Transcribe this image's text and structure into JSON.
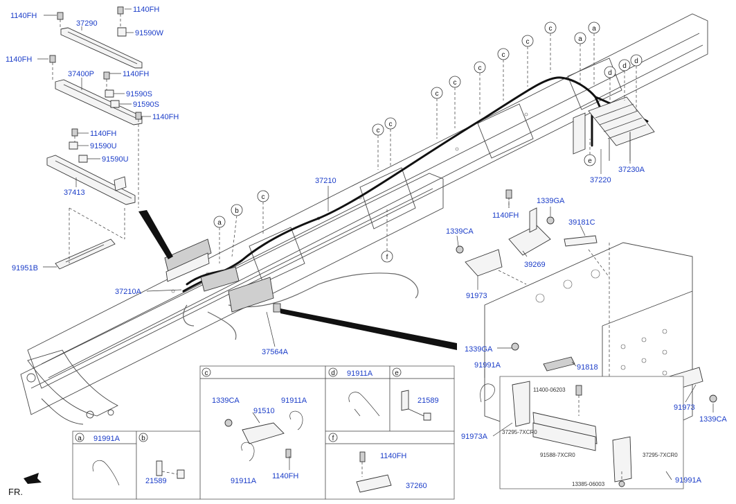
{
  "labels": {
    "p1140fh_a": "1140FH",
    "p37290": "37290",
    "p1140fh_b": "1140FH",
    "p91590w": "91590W",
    "p1140fh_c": "1140FH",
    "p37400p": "37400P",
    "p1140fh_d": "1140FH",
    "p91590s_a": "91590S",
    "p91590s_b": "91590S",
    "p1140fh_e": "1140FH",
    "p1140fh_f": "1140FH",
    "p91590u_a": "91590U",
    "p91590u_b": "91590U",
    "p37413": "37413",
    "p91951b": "91951B",
    "p37210a": "37210A",
    "p37210": "37210",
    "p37564a": "37564A",
    "p37220": "37220",
    "p37230a": "37230A",
    "p1140fh_g": "1140FH",
    "p1339ga_a": "1339GA",
    "p39181c": "39181C",
    "p1339ca_a": "1339CA",
    "p39269": "39269",
    "p91973_a": "91973",
    "p1339ga_b": "1339GA",
    "p91991a_a": "91991A",
    "p91818": "91818",
    "p91973a": "91973A",
    "p91973_b": "91973",
    "p1339ca_b": "1339CA",
    "p91991a_b": "91991A",
    "fr": "FR."
  },
  "detail_small_labels": {
    "s1": "11400-06203",
    "s2": "37295-7XCR0",
    "s3": "91588-7XCR0",
    "s4": "37295-7XCR0",
    "s5": "13385-06003"
  },
  "callouts": {
    "a": "a",
    "b": "b",
    "c": "c",
    "d": "d",
    "e": "e",
    "f": "f"
  },
  "panels": {
    "a": {
      "letter": "a",
      "part": "91991A"
    },
    "b": {
      "letter": "b",
      "part": "21589"
    },
    "c": {
      "letter": "c",
      "parts": [
        "1339CA",
        "91510",
        "91911A",
        "91911A",
        "1140FH"
      ]
    },
    "d": {
      "letter": "d",
      "part": "91911A"
    },
    "e": {
      "letter": "e",
      "part": "21589"
    },
    "f": {
      "letter": "f",
      "parts": [
        "1140FH",
        "37260"
      ]
    }
  }
}
